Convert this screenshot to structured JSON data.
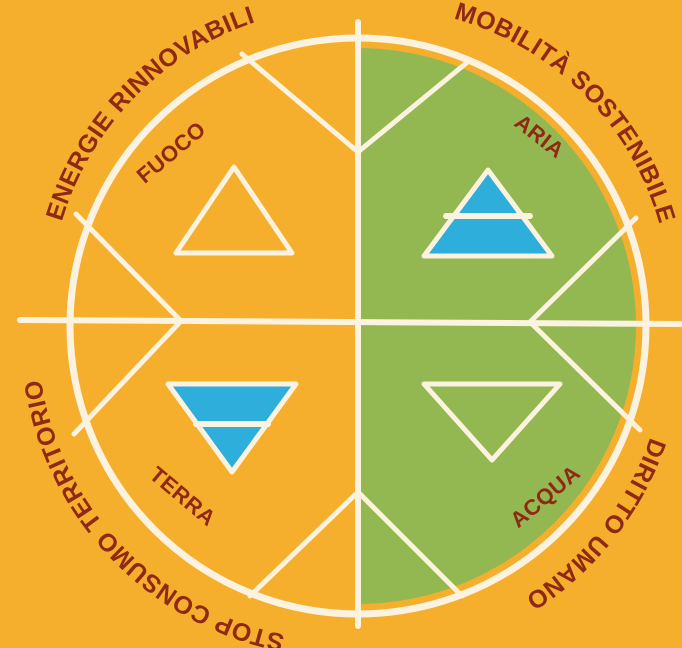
{
  "colors": {
    "background": "#F6AE2D",
    "green_half": "#93B852",
    "chalk": "#FBF3DF",
    "text": "#8E2A14",
    "water_blue": "#2EAEDB"
  },
  "elements": {
    "fuoco": "FUOCO",
    "aria": "ARIA",
    "terra": "TERRA",
    "acqua": "ACQUA"
  },
  "themes": {
    "energie": "ENERGIE RINNOVABILI",
    "mobilita": "MOBILITÀ SOSTENIBILE",
    "diritto": "DIRITTO UMANO",
    "stop": "STOP CONSUMO TERRITORIO"
  }
}
